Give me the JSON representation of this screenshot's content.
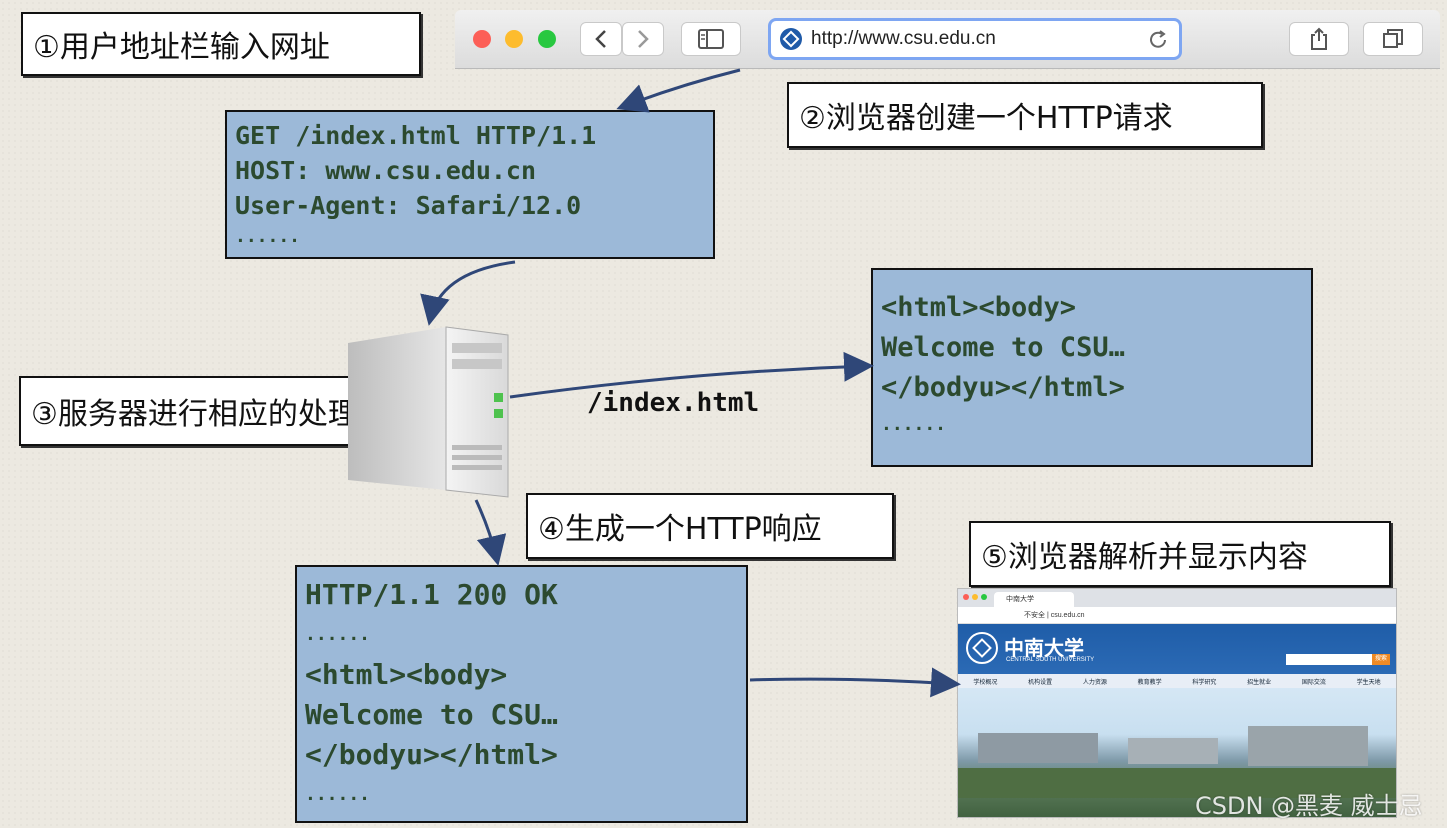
{
  "labels": {
    "step1": "①用户地址栏输入网址",
    "step2": "②浏览器创建一个HTTP请求",
    "step3": "③服务器进行相应的处理",
    "step4": "④生成一个HTTP响应",
    "step5": "⑤浏览器解析并显示内容"
  },
  "browser": {
    "url": "http://www.csu.edu.cn"
  },
  "request_box": {
    "lines": [
      "GET /index.html HTTP/1.1",
      "HOST: www.csu.edu.cn",
      "User-Agent: Safari/12.0",
      "......"
    ]
  },
  "server_file": "/index.html",
  "file_box": {
    "lines": [
      "<html><body>",
      "Welcome to CSU…",
      "</bodyu></html>",
      "......"
    ]
  },
  "response_box": {
    "lines": [
      "HTTP/1.1 200 OK",
      "......",
      "<html><body>",
      "Welcome to CSU…",
      "</bodyu></html>",
      "......"
    ]
  },
  "mini_browser": {
    "tab_title": "中南大学",
    "address": "不安全 | csu.edu.cn",
    "site_name": "中南大学",
    "site_name_en": "CENTRAL SOUTH UNIVERSITY",
    "search_button": "搜索",
    "nav": [
      "学校概况",
      "机构设置",
      "人力资源",
      "教育教学",
      "科学研究",
      "招生就业",
      "国际交流",
      "学生天地"
    ]
  },
  "watermark": "CSDN @黑麦 威士忌",
  "colors": {
    "code_box_bg": "#9cb9d8",
    "code_text": "#2c4a2f",
    "arrow": "#2f4778"
  }
}
